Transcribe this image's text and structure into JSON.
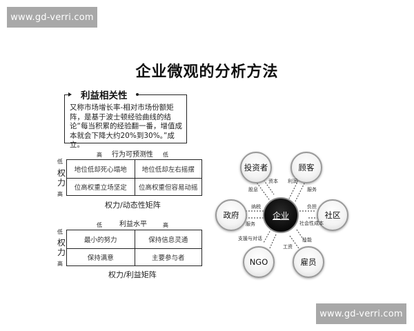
{
  "watermarks": {
    "top": "www.gd-verri.com",
    "bottom": "www.gd-verri.com"
  },
  "title": "企业微观的分析方法",
  "relevance": {
    "heading": "利益相关性",
    "text": "又称市场增长率-相对市场份额矩阵，是基于波士顿经验曲线的结论“每当积累的经验翻一番，增值成本就会下降大约20%到30%。”成立。"
  },
  "matrix1": {
    "top_label": "行为可预测性",
    "top_left": "高",
    "top_right": "低",
    "side_label": "权力",
    "side_top": "低",
    "side_bottom": "高",
    "cells": [
      "地位低却死心塌地",
      "地位低却左右摇摆",
      "位高权重立场坚定",
      "位高权重但容易动摇"
    ],
    "caption": "权力/动态性矩阵"
  },
  "matrix2": {
    "top_label": "利益水平",
    "top_left": "低",
    "top_right": "高",
    "side_label": "权力",
    "side_top": "低",
    "side_bottom": "高",
    "cells": [
      "最小的努力",
      "保持信息灵通",
      "保持满意",
      "主要参与者"
    ],
    "caption": "权力/利益矩阵"
  },
  "stakeholders": {
    "center": "企业",
    "nodes": {
      "investor": "投资者",
      "customer": "顾客",
      "government": "政府",
      "community": "社区",
      "ngo": "NGO",
      "employee": "雇员"
    },
    "edge_labels": {
      "investor_in": "资本",
      "investor_out": "股息",
      "customer_in": "利润",
      "customer_out": "服务",
      "government_in": "纳税",
      "government_out": "服务",
      "community_in": "负担",
      "community_out": "社会性成本",
      "ngo": "支援与对话",
      "employee_in": "技能",
      "employee_out": "工资"
    }
  }
}
